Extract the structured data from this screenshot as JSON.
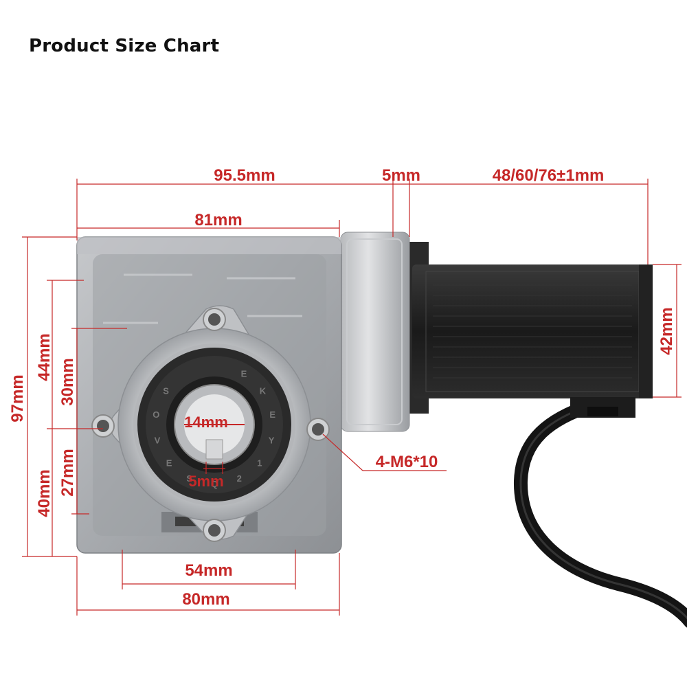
{
  "title": "Product Size Chart",
  "colors": {
    "dimension": "#c62828",
    "housing": "#a9acb0",
    "motor": "#1e1e1e",
    "seal": "#2a2a2a"
  },
  "dimensions": {
    "overall_gearbox_length": "95.5mm",
    "flange_gap": "5mm",
    "motor_length": "48/60/76±1mm",
    "housing_top_width": "81mm",
    "motor_height": "42mm",
    "overall_height": "97mm",
    "upper_height": "44mm",
    "upper_mount_height": "30mm",
    "lower_mount_height": "27mm",
    "lower_height": "40mm",
    "bore_diameter": "14mm",
    "keyway_width": "5mm",
    "mount_holes": "4-M6*10",
    "mount_spacing": "54mm",
    "housing_bottom_width": "80mm"
  },
  "seal_marks": [
    "E",
    "K",
    "E",
    "Y",
    "1",
    "2",
    "Q",
    "S",
    "E",
    "V",
    "O",
    "S"
  ]
}
